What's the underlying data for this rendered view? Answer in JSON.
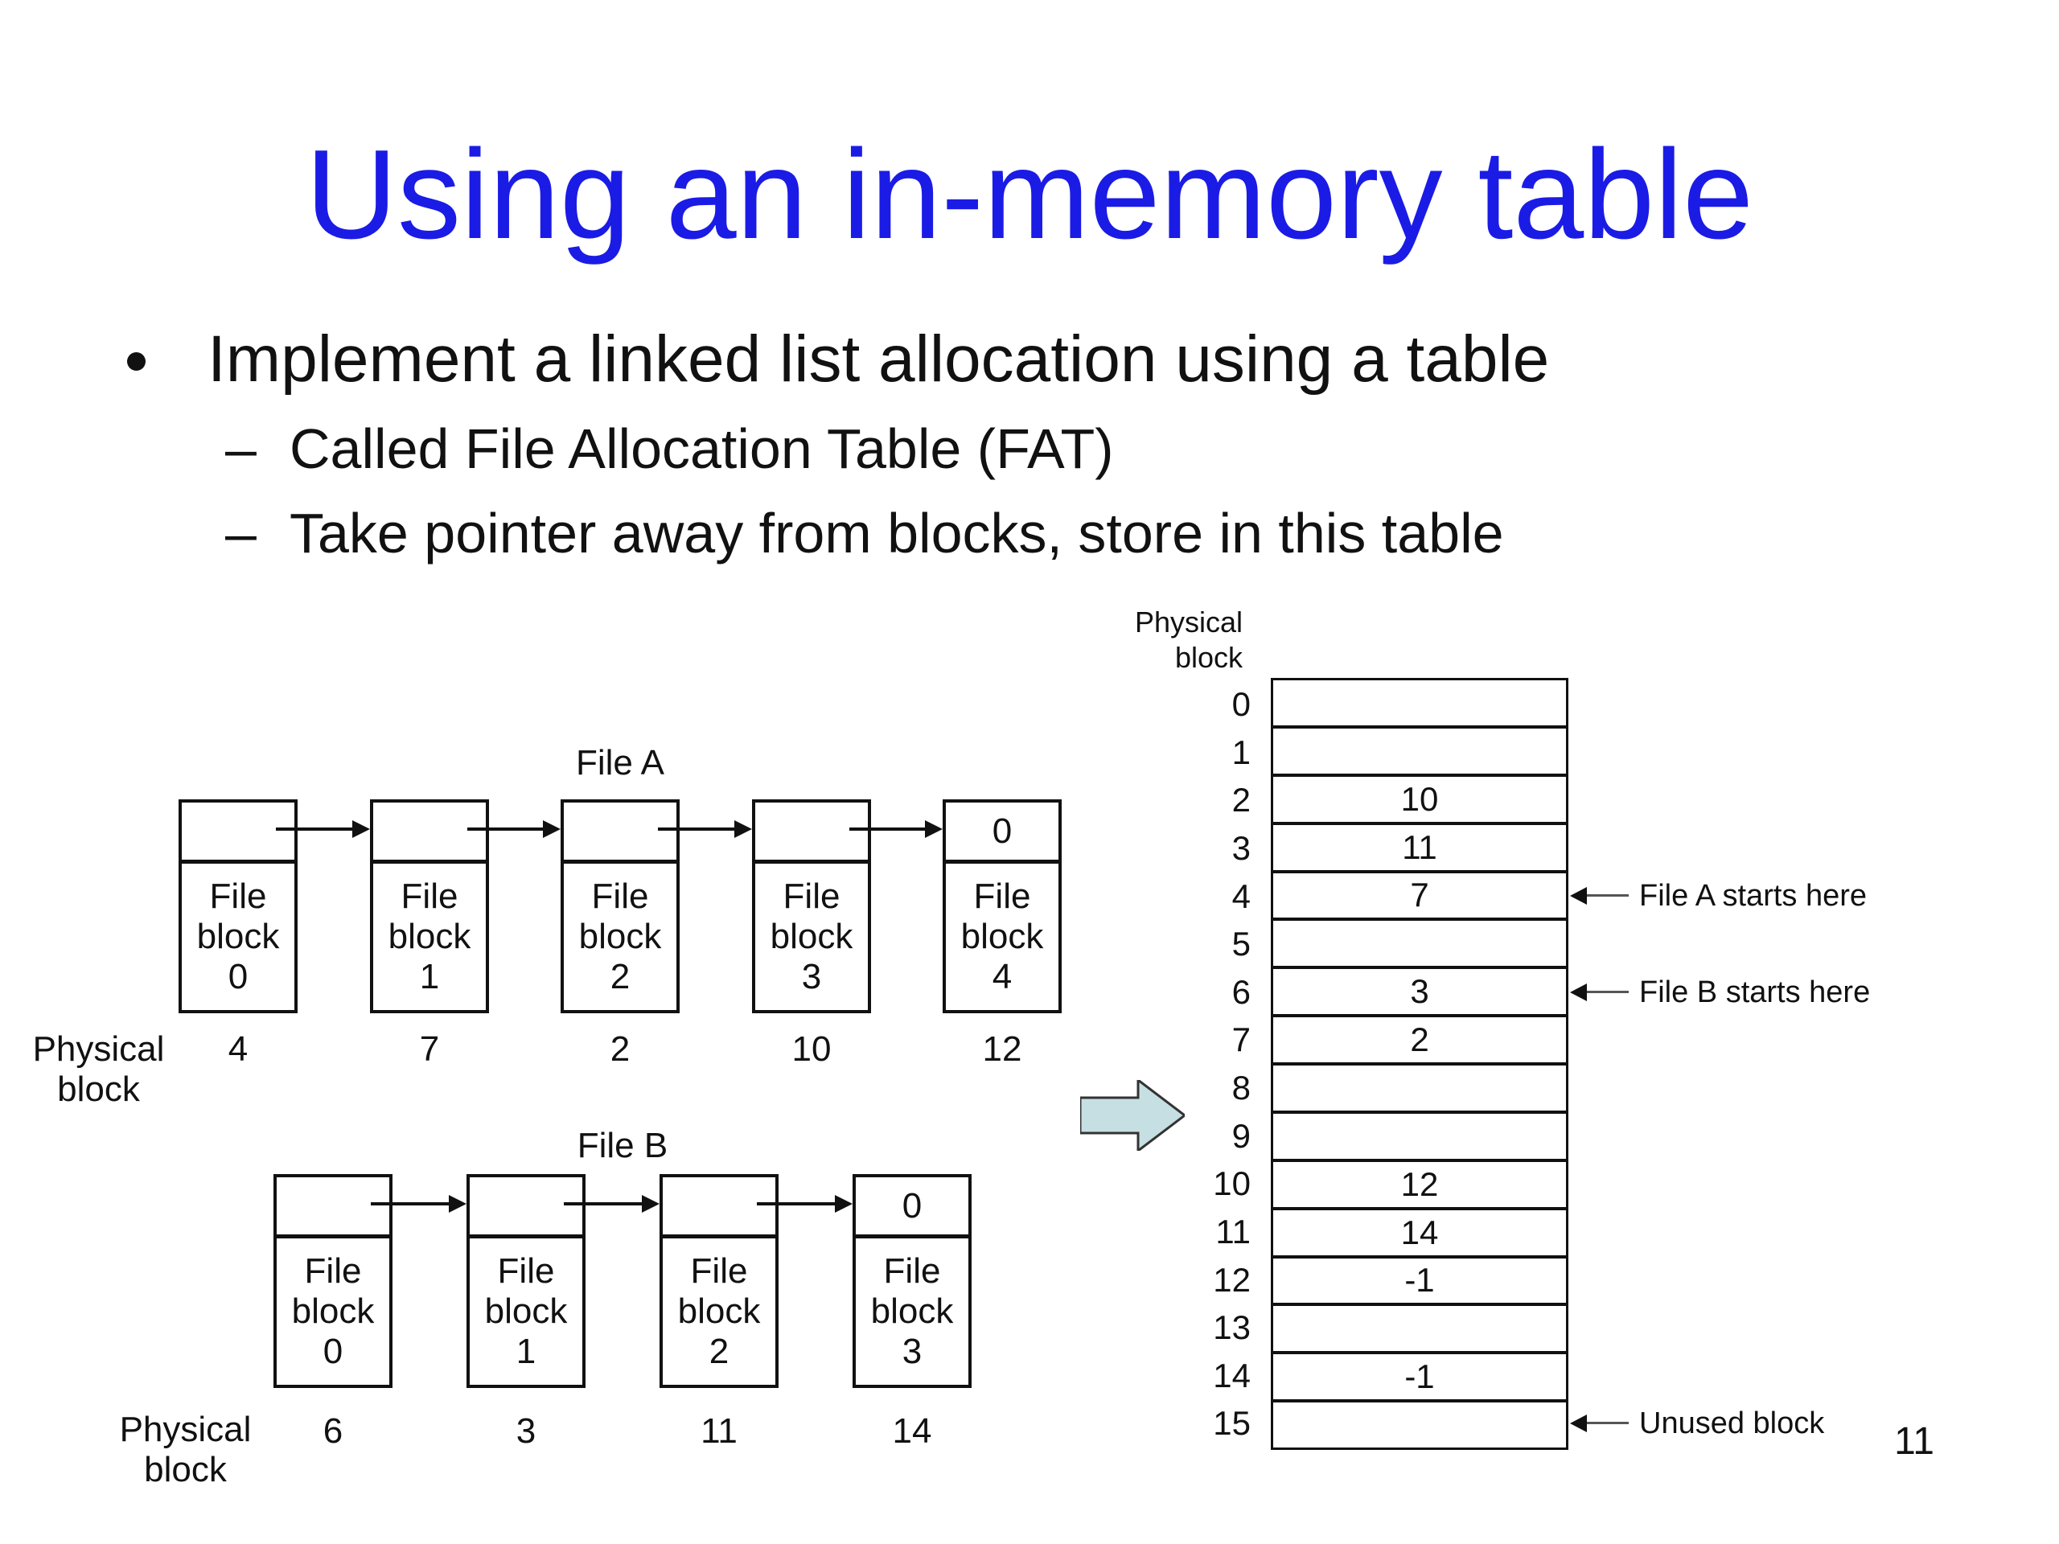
{
  "slide": {
    "title": "Using an in-memory table",
    "page_number": "11"
  },
  "bullets": {
    "dash_marker": "–",
    "main": "Implement a linked list allocation using a table",
    "sub_items": [
      "Called File Allocation Table (FAT)",
      "Take pointer away from blocks, store in this table"
    ]
  },
  "file_a": {
    "title": "File A",
    "axis_label_lines": [
      "Physical",
      "block"
    ],
    "blocks": [
      {
        "pointer": "",
        "label_lines": [
          "File",
          "block",
          "0"
        ],
        "physical": "4"
      },
      {
        "pointer": "",
        "label_lines": [
          "File",
          "block",
          "1"
        ],
        "physical": "7"
      },
      {
        "pointer": "",
        "label_lines": [
          "File",
          "block",
          "2"
        ],
        "physical": "2"
      },
      {
        "pointer": "",
        "label_lines": [
          "File",
          "block",
          "3"
        ],
        "physical": "10"
      },
      {
        "pointer": "0",
        "label_lines": [
          "File",
          "block",
          "4"
        ],
        "physical": "12"
      }
    ]
  },
  "file_b": {
    "title": "File B",
    "axis_label_lines": [
      "Physical",
      "block"
    ],
    "blocks": [
      {
        "pointer": "",
        "label_lines": [
          "File",
          "block",
          "0"
        ],
        "physical": "6"
      },
      {
        "pointer": "",
        "label_lines": [
          "File",
          "block",
          "1"
        ],
        "physical": "3"
      },
      {
        "pointer": "",
        "label_lines": [
          "File",
          "block",
          "2"
        ],
        "physical": "11"
      },
      {
        "pointer": "0",
        "label_lines": [
          "File",
          "block",
          "3"
        ],
        "physical": "14"
      }
    ]
  },
  "fat": {
    "header_lines": [
      "Physical",
      "block"
    ],
    "rows": [
      {
        "index": "0",
        "value": ""
      },
      {
        "index": "1",
        "value": ""
      },
      {
        "index": "2",
        "value": "10"
      },
      {
        "index": "3",
        "value": "11"
      },
      {
        "index": "4",
        "value": "7",
        "annotation": "File A starts here"
      },
      {
        "index": "5",
        "value": ""
      },
      {
        "index": "6",
        "value": "3",
        "annotation": "File B starts here"
      },
      {
        "index": "7",
        "value": "2"
      },
      {
        "index": "8",
        "value": ""
      },
      {
        "index": "9",
        "value": ""
      },
      {
        "index": "10",
        "value": "12"
      },
      {
        "index": "11",
        "value": "14"
      },
      {
        "index": "12",
        "value": "-1"
      },
      {
        "index": "13",
        "value": ""
      },
      {
        "index": "14",
        "value": "-1"
      },
      {
        "index": "15",
        "value": "",
        "annotation": "Unused block"
      }
    ]
  },
  "colors": {
    "title": "#1b1be6",
    "text": "#111111",
    "line": "#111111",
    "big_arrow_fill": "#c6dfe2"
  }
}
